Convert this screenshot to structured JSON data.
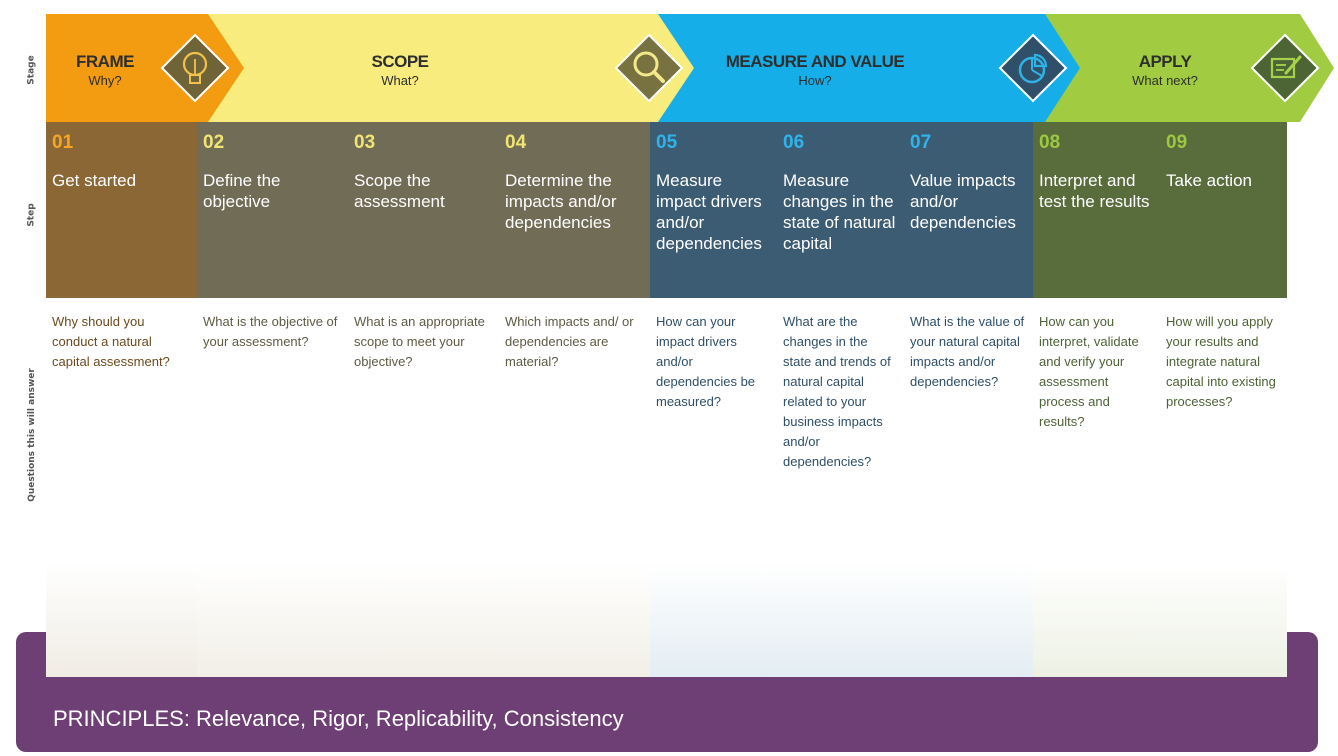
{
  "side_labels": {
    "stage": "Stage",
    "step": "Step",
    "questions": "Questions this will answer"
  },
  "stages": [
    {
      "name": "FRAME",
      "question": "Why?",
      "color": "#f39c12",
      "icon": "lightbulb-icon"
    },
    {
      "name": "SCOPE",
      "question": "What?",
      "color": "#f7ec7d",
      "icon": "magnifier-icon"
    },
    {
      "name": "MEASURE AND VALUE",
      "question": "How?",
      "color": "#16aee8",
      "icon": "pie-chart-icon"
    },
    {
      "name": "APPLY",
      "question": "What next?",
      "color": "#a1cc42",
      "icon": "edit-form-icon"
    }
  ],
  "steps": [
    {
      "num": "01",
      "title": "Get started",
      "question": "Why should you conduct a natural capital assessment?"
    },
    {
      "num": "02",
      "title": "Define the objective",
      "question": "What is the objective of your assessment?"
    },
    {
      "num": "03",
      "title": "Scope the assessment",
      "question": "What is an appropriate scope to meet your objective?"
    },
    {
      "num": "04",
      "title": "Determine the impacts and/or dependencies",
      "question": "Which impacts and/ or dependencies are material?"
    },
    {
      "num": "05",
      "title": "Measure impact drivers and/or dependencies",
      "question": "How can your impact drivers and/or dependencies be measured?"
    },
    {
      "num": "06",
      "title": "Measure changes in the state of natural capital",
      "question": "What are the changes in the state and trends of natural capital related to your business impacts and/or dependencies?"
    },
    {
      "num": "07",
      "title": "Value impacts and/or dependencies",
      "question": "What is the value of your natural capital impacts and/or dependencies?"
    },
    {
      "num": "08",
      "title": "Interpret and test the results",
      "question": "How can you interpret, validate and verify your assessment process and results?"
    },
    {
      "num": "09",
      "title": "Take action",
      "question": "How will you apply your results and integrate natural capital into existing processes?"
    }
  ],
  "principles": "PRINCIPLES: Relevance, Rigor, Replicability, Consistency",
  "colors": {
    "frame_step": "#8c6736",
    "scope_step": "#716c56",
    "measure_step": "#3c5c74",
    "apply_step": "#586c3c",
    "frame_num": "#f5a623",
    "scope_num": "#f0e472",
    "measure_num": "#2db4ea",
    "apply_num": "#9dc83f",
    "frame_q": "#6b4a1f",
    "scope_q": "#5e5a44",
    "measure_q": "#2f4f68",
    "apply_q": "#4d6236",
    "principles_bg": "#6e3f74"
  }
}
